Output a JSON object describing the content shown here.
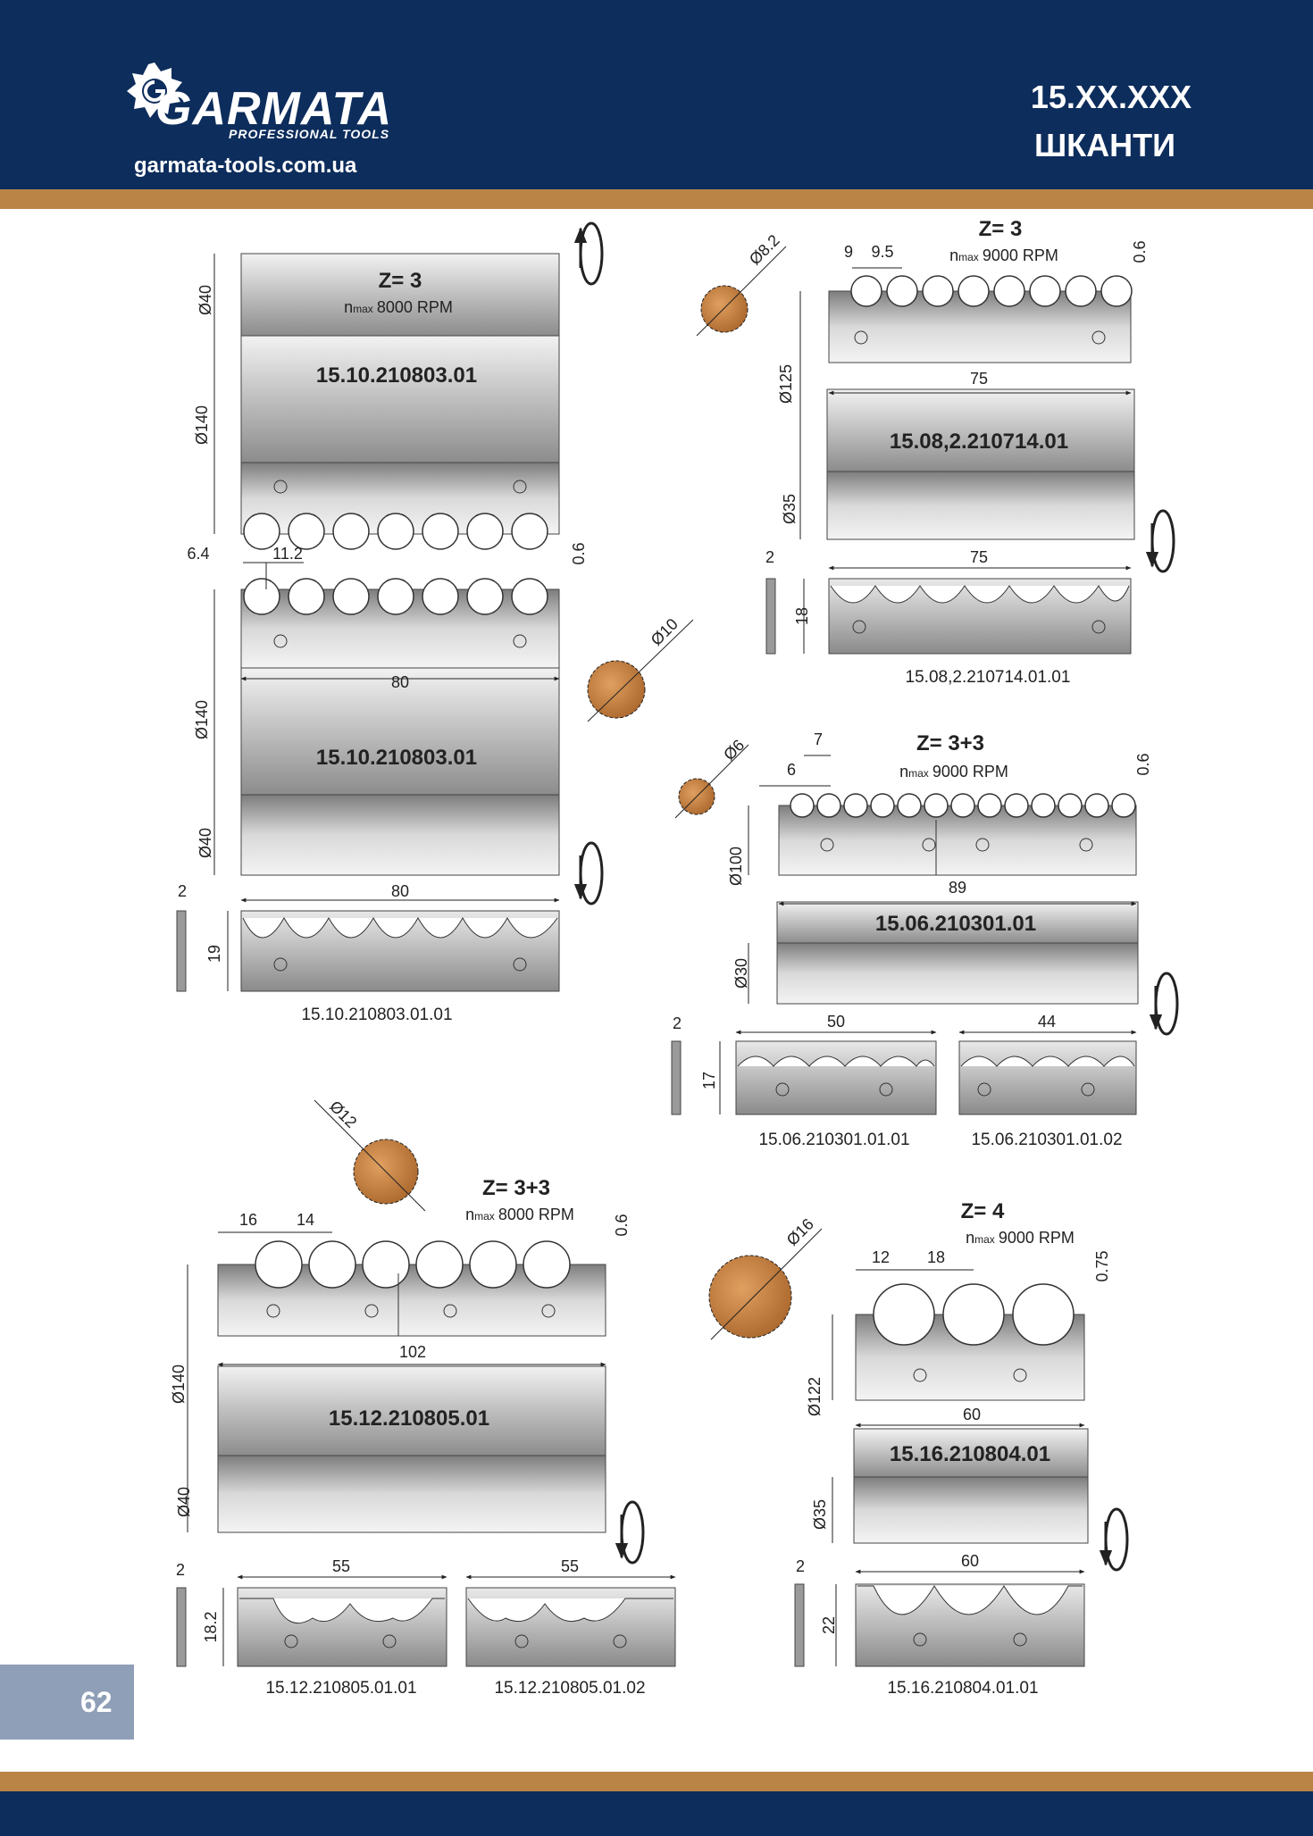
{
  "header": {
    "brand": "GARMATA",
    "brand_sub": "PROFESSIONAL TOOLS",
    "website": "garmata-tools.com.ua",
    "code": "15.XX.XXX",
    "title": "ШКАНТИ"
  },
  "page_number": "62",
  "colors": {
    "navy": "#0d2d5c",
    "bronze": "#b98446",
    "page_box": "#8f9fb8",
    "wood": "#c8894a"
  },
  "icons": [
    "rotation-arrow-icon",
    "dowel-section-icon",
    "garmata-logo-icon"
  ],
  "tools": [
    {
      "code": "15.10.210803.01",
      "z": "Z= 3",
      "n_prefix": "n",
      "n_sub": "max",
      "rpm": "8000 RPM",
      "dims": {
        "d_top": "Ø40",
        "d_body": "Ø140",
        "pitch_a": "6.4",
        "pitch_b": "11.2",
        "depth": "0.6",
        "width": "80",
        "dowel": "Ø10",
        "d_body2": "Ø140",
        "d_bottom": "Ø40"
      },
      "knife": {
        "code": "15.10.210803.01.01",
        "width": "80",
        "height": "19",
        "thickness": "2"
      }
    },
    {
      "code": "15.08,2.210714.01",
      "z": "Z= 3",
      "n_prefix": "n",
      "n_sub": "max",
      "rpm": "9000 RPM",
      "dims": {
        "dowel": "Ø8.2",
        "pitch_a": "9",
        "pitch_b": "9.5",
        "depth": "0.6",
        "d_body": "Ø125",
        "width": "75",
        "d_bottom": "Ø35"
      },
      "knife": {
        "code": "15.08,2.210714.01.01",
        "width": "75",
        "height": "18",
        "thickness": "2"
      }
    },
    {
      "code": "15.06.210301.01",
      "z": "Z= 3+3",
      "n_prefix": "n",
      "n_sub": "max",
      "rpm": "9000 RPM",
      "dims": {
        "dowel": "Ø6",
        "pitch_a": "6",
        "pitch_b": "7",
        "depth": "0.6",
        "d_body": "Ø100",
        "width": "89",
        "d_bottom": "Ø30"
      },
      "knives": [
        {
          "code": "15.06.210301.01.01",
          "width": "50",
          "height": "17",
          "thickness": "2"
        },
        {
          "code": "15.06.210301.01.02",
          "width": "44"
        }
      ]
    },
    {
      "code": "15.12.210805.01",
      "z": "Z= 3+3",
      "n_prefix": "n",
      "n_sub": "max",
      "rpm": "8000 RPM",
      "dims": {
        "dowel": "Ø12",
        "pitch_a": "16",
        "pitch_b": "14",
        "depth": "0.6",
        "d_body": "Ø140",
        "width": "102",
        "d_bottom": "Ø40"
      },
      "knives": [
        {
          "code": "15.12.210805.01.01",
          "width": "55",
          "height": "18.2",
          "thickness": "2"
        },
        {
          "code": "15.12.210805.01.02",
          "width": "55"
        }
      ]
    },
    {
      "code": "15.16.210804.01",
      "z": "Z= 4",
      "n_prefix": "n",
      "n_sub": "max",
      "rpm": "9000 RPM",
      "dims": {
        "dowel": "Ø16",
        "pitch_a": "12",
        "pitch_b": "18",
        "depth": "0.75",
        "d_body": "Ø122",
        "width": "60",
        "d_bottom": "Ø35"
      },
      "knife": {
        "code": "15.16.210804.01.01",
        "width": "60",
        "height": "22",
        "thickness": "2"
      }
    }
  ]
}
